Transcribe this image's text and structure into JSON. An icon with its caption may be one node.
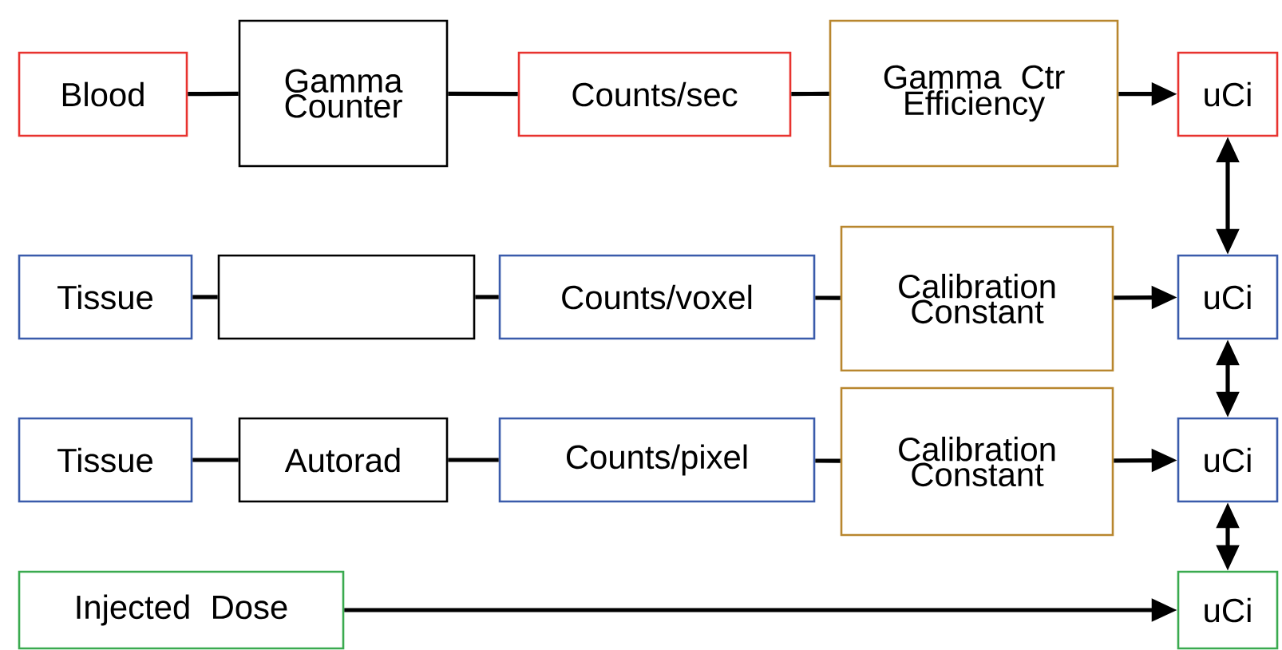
{
  "diagram": {
    "nodes": [
      {
        "text": [
          "Blood"
        ]
      },
      {
        "text": [
          "Gamma Counter"
        ]
      },
      {
        "text": [
          "Counts/sec"
        ]
      },
      {
        "text": [
          "Gamma Ctr Efficiency"
        ]
      },
      {
        "text": [
          "uCi"
        ]
      },
      {
        "text": [
          "Tissue"
        ]
      },
      {
        "text": [],
        "shape": "box"
      },
      {
        "text": [
          "Counts/voxel"
        ]
      },
      {
        "text": [
          "Calibration Constant"
        ]
      },
      {
        "text": [
          "uCi"
        ]
      },
      {
        "text": [
          "Tissue"
        ]
      },
      {
        "text": [
          "Autorad"
        ]
      },
      {
        "text": [
          "Counts/pixel"
        ]
      },
      {
        "text": [
          "Calibration Constant"
        ]
      },
      {
        "text": [
          "uCi"
        ]
      },
      {
        "text": [
          "Injected Dose"
        ]
      },
      {
        "text": [
          "uCi"
        ]
      }
    ],
    "edges": [
      {
        "from": 0,
        "to": 1,
        "arrow": "none"
      },
      {
        "from": 1,
        "to": 2,
        "arrow": "none"
      },
      {
        "from": 2,
        "to": 3,
        "arrow": "none"
      },
      {
        "from": 3,
        "to": 4,
        "arrow": "to"
      },
      {
        "from": 5,
        "to": 6,
        "arrow": "none"
      },
      {
        "from": 6,
        "to": 7,
        "arrow": "none"
      },
      {
        "from": 7,
        "to": 8,
        "arrow": "none"
      },
      {
        "from": 8,
        "to": 9,
        "arrow": "to"
      },
      {
        "from": 10,
        "to": 11,
        "arrow": "none"
      },
      {
        "from": 11,
        "to": 12,
        "arrow": "none"
      },
      {
        "from": 12,
        "to": 13,
        "arrow": "none"
      },
      {
        "from": 13,
        "to": 14,
        "arrow": "to"
      },
      {
        "from": 15,
        "to": 16,
        "arrow": "to"
      },
      {
        "from": 4,
        "to": 9,
        "arrow": "both"
      },
      {
        "from": 9,
        "to": 14,
        "arrow": "both"
      },
      {
        "from": 14,
        "to": 16,
        "arrow": "both"
      }
    ]
  }
}
